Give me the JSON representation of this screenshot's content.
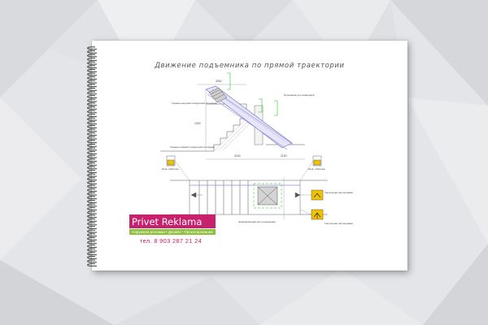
{
  "sheet": {
    "title": "Движение подъемника по прямой траектории"
  },
  "brand": {
    "name": "Privet Reklama",
    "tagline": "Наружная реклама • Дизайн • Проектирование",
    "phone": "тел. 8 903 287 21 24",
    "name_bg": "#c7206c",
    "tagline_bg": "#8dbf3c"
  },
  "drawing": {
    "dimensions": [
      "2100",
      "2100",
      "3300",
      "1000"
    ],
    "notes": {
      "upper_landing": "Уровень верхней посадочной площадки",
      "lower_landing": "Уровень нижней посадочной площадки",
      "lift_right": "Подъемник для инвалидов",
      "lift_plan": "Направляющий для подъемника",
      "sign_left": "Инф. табличка",
      "sign_right": "Инф. табличка",
      "sign_note_1": "Тактильная пиктограмма",
      "sign_note_2": "Тактильная пиктограмма"
    },
    "sign_color": "#f2c400",
    "lift_color": "#8e8ed8",
    "rail_color": "#5fd35f"
  }
}
